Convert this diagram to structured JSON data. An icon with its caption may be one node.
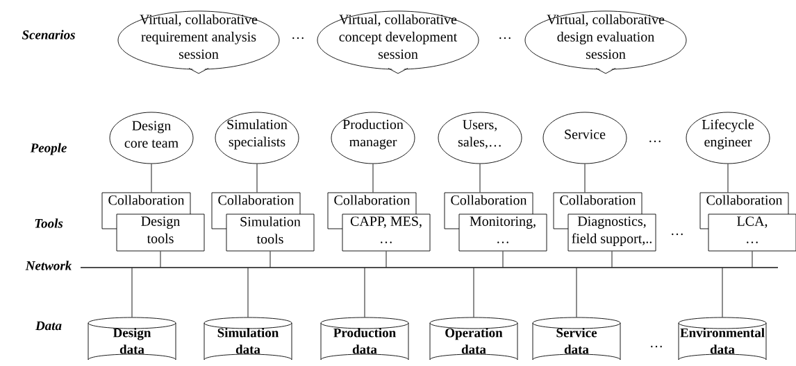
{
  "diagram": {
    "nodes": [
      {
        "text": [
          "Virtual, collaborative requirement analysis session"
        ]
      },
      {
        "text": [
          "Virtual, collaborative concept development session"
        ]
      },
      {
        "text": [
          "Virtual, collaborative design evaluation session"
        ]
      },
      {
        "text": [
          "Design core team"
        ]
      },
      {
        "text": [
          "Simulation specialists"
        ]
      },
      {
        "text": [
          "Production manager"
        ]
      },
      {
        "text": [
          "Users, sales,…"
        ]
      },
      {
        "text": [
          "Service"
        ]
      },
      {
        "text": [
          "Lifecycle engineer"
        ]
      },
      {
        "text": [
          "Collaboration"
        ]
      },
      {
        "text": [
          "Collaboration"
        ]
      },
      {
        "text": [
          "Collaboration"
        ]
      },
      {
        "text": [
          "Collaboration"
        ]
      },
      {
        "text": [
          "Collaboration"
        ]
      },
      {
        "text": [
          "Collaboration"
        ]
      },
      {
        "text": [
          "Design tools"
        ]
      },
      {
        "text": [
          "Simulation tools"
        ]
      },
      {
        "text": [
          "CAPP, MES, …"
        ]
      },
      {
        "text": [
          "Monitoring, …"
        ]
      },
      {
        "text": [
          "Diagnostics, field support,.."
        ]
      },
      {
        "text": [
          "LCA, …"
        ]
      },
      {
        "text": [],
        "shape": "bar"
      },
      {
        "text": [
          "Design data"
        ]
      },
      {
        "text": [
          "Simulation data"
        ]
      },
      {
        "text": [
          "Production data"
        ]
      },
      {
        "text": [
          "Operation data"
        ]
      },
      {
        "text": [
          "Service data"
        ]
      },
      {
        "text": [
          "Environmental data"
        ]
      }
    ],
    "edges": [
      {
        "from": 3,
        "to": 9,
        "arrow": "none"
      },
      {
        "from": 4,
        "to": 10,
        "arrow": "none"
      },
      {
        "from": 5,
        "to": 11,
        "arrow": "none"
      },
      {
        "from": 6,
        "to": 12,
        "arrow": "none"
      },
      {
        "from": 7,
        "to": 13,
        "arrow": "none"
      },
      {
        "from": 8,
        "to": 14,
        "arrow": "none"
      },
      {
        "from": 15,
        "to": 21,
        "arrow": "none"
      },
      {
        "from": 16,
        "to": 21,
        "arrow": "none"
      },
      {
        "from": 17,
        "to": 21,
        "arrow": "none"
      },
      {
        "from": 18,
        "to": 21,
        "arrow": "none"
      },
      {
        "from": 19,
        "to": 21,
        "arrow": "none"
      },
      {
        "from": 20,
        "to": 21,
        "arrow": "none"
      },
      {
        "from": 21,
        "to": 22,
        "arrow": "none"
      },
      {
        "from": 21,
        "to": 23,
        "arrow": "none"
      },
      {
        "from": 21,
        "to": 24,
        "arrow": "none"
      },
      {
        "from": 21,
        "to": 25,
        "arrow": "none"
      },
      {
        "from": 21,
        "to": 26,
        "arrow": "none"
      },
      {
        "from": 21,
        "to": 27,
        "arrow": "none"
      }
    ],
    "labels": [
      "Scenarios",
      "…",
      "…",
      "People",
      "…",
      "Tools",
      "…",
      "Network",
      "Data",
      "…"
    ]
  }
}
